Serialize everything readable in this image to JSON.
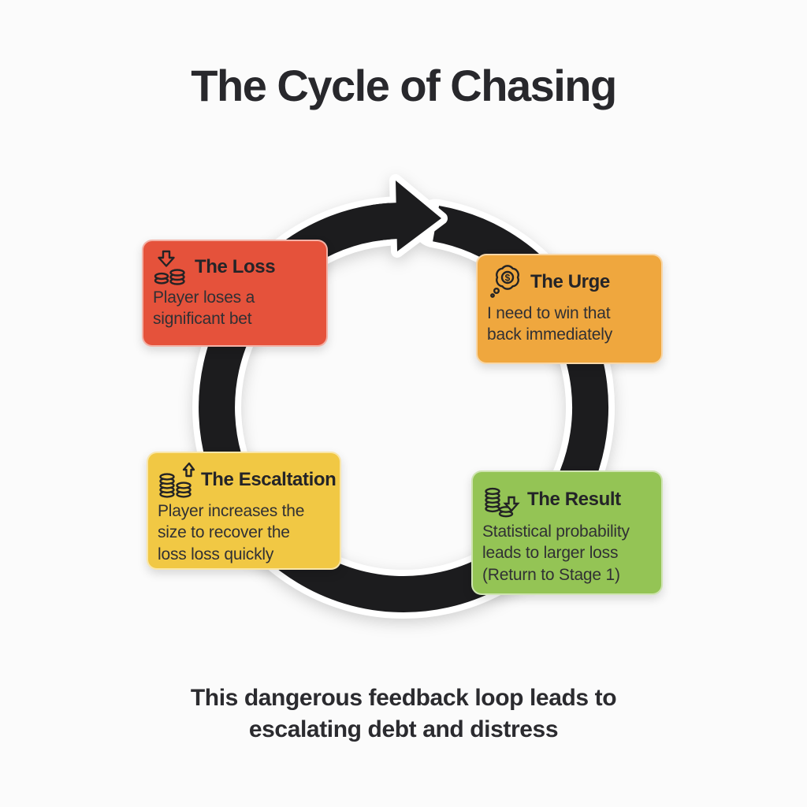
{
  "page": {
    "title": "The Cycle of Chasing",
    "caption": "This dangerous feedback loop leads to\nescalating debt and distress"
  },
  "colors": {
    "background": "#FBFBFB",
    "ring": "#1C1C1E",
    "heading_text": "#28282C",
    "caption_text": "#2B2B2F",
    "stage_loss": "#E5523B",
    "stage_urge": "#EFA73E",
    "stage_escalation": "#F1C844",
    "stage_result": "#94C455"
  },
  "diagram": {
    "type": "cycle",
    "direction": "clockwise",
    "ring_shape": "thick black circle with white outline and arrowhead at top"
  },
  "stages": [
    {
      "id": "loss",
      "title": "The Loss",
      "body": "Player loses a\nsignificant bet",
      "color": "#E5523B",
      "icon": "coins-loss-down-arrow-icon",
      "position": "top-left"
    },
    {
      "id": "urge",
      "title": "The Urge",
      "body": "I need to win that\nback immediately",
      "color": "#EFA73E",
      "icon": "thought-bubble-dollar-icon",
      "position": "top-right"
    },
    {
      "id": "escalation",
      "title": "The Escaltation",
      "body": "Player increases the\nsize to recover the\nloss loss quickly",
      "color": "#F1C844",
      "icon": "coins-up-arrow-icon",
      "position": "bottom-left"
    },
    {
      "id": "result",
      "title": "The Result",
      "body": "Statistical probability\nleads to larger loss\n(Return to Stage 1)",
      "color": "#94C455",
      "icon": "coins-down-arrow-icon",
      "position": "bottom-right"
    }
  ]
}
